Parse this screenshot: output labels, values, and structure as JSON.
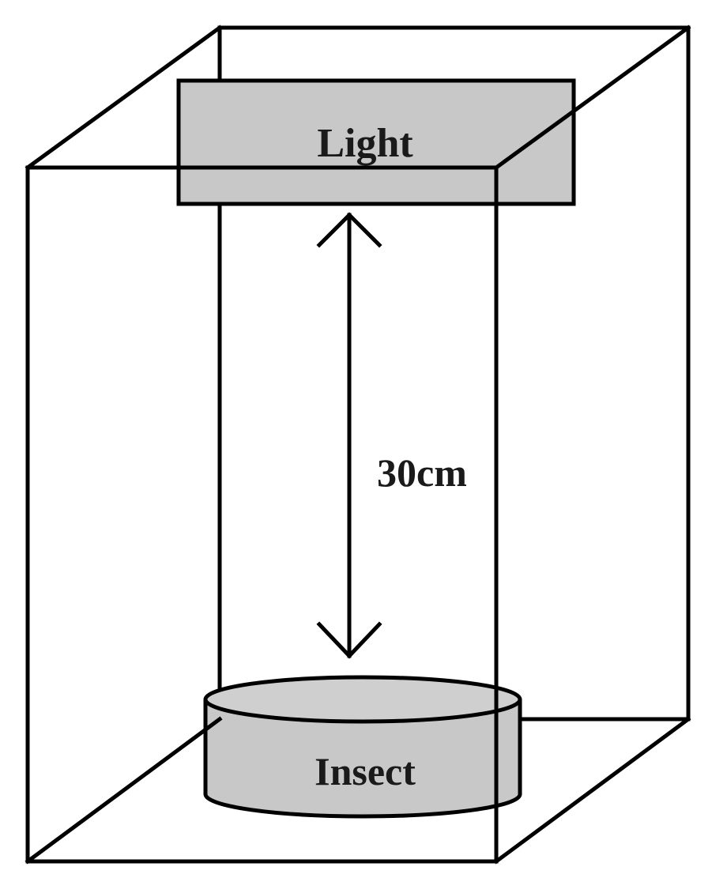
{
  "diagram": {
    "light_label": "Light",
    "distance_label": "30cm",
    "insect_label": "Insect",
    "fill_color": "#c8c8c8",
    "line_color": "#000000"
  }
}
